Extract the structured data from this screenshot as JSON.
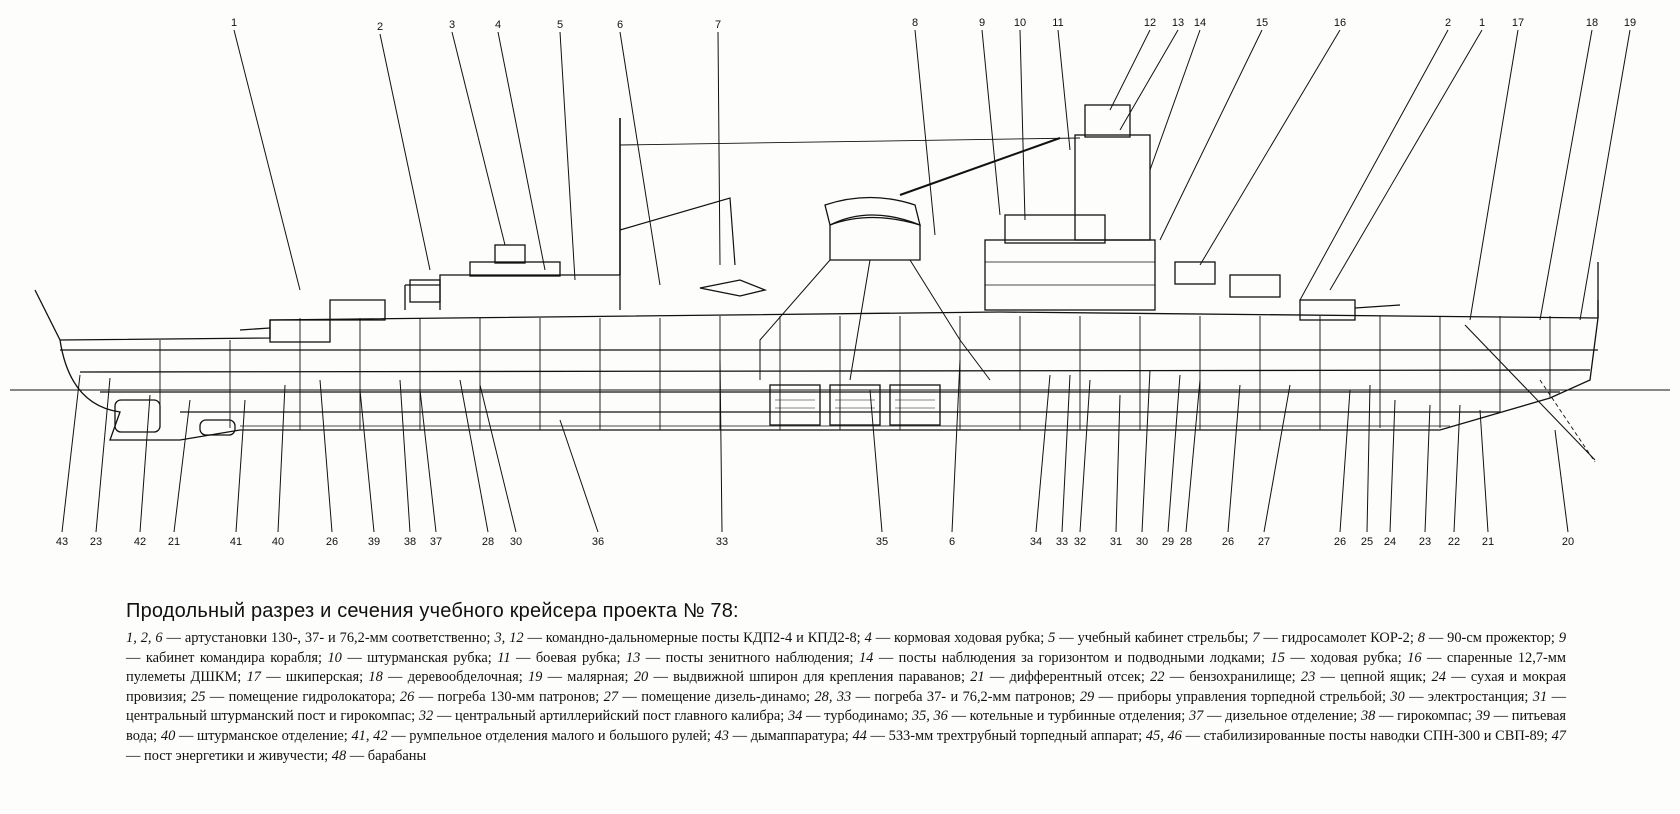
{
  "caption": {
    "title": "Продольный разрез и сечения учебного крейсера проекта № 78:",
    "entries": [
      {
        "k": "1, 2, 6",
        "t": "артустановки 130-, 37- и 76,2-мм соответственно"
      },
      {
        "k": "3, 12",
        "t": "командно-дальномерные посты КДП2-4 и КПД2-8"
      },
      {
        "k": "4",
        "t": "кормовая ходовая рубка"
      },
      {
        "k": "5",
        "t": "учебный кабинет стрельбы"
      },
      {
        "k": "7",
        "t": "гидросамолет КОР-2"
      },
      {
        "k": "8",
        "t": "90-см прожектор"
      },
      {
        "k": "9",
        "t": "кабинет командира корабля"
      },
      {
        "k": "10",
        "t": "штурманская рубка"
      },
      {
        "k": "11",
        "t": "боевая рубка"
      },
      {
        "k": "13",
        "t": "посты зенитного наблюдения"
      },
      {
        "k": "14",
        "t": "посты наблюдения за горизонтом и подводными лодками"
      },
      {
        "k": "15",
        "t": "ходовая рубка"
      },
      {
        "k": "16",
        "t": "спаренные 12,7-мм пулеметы ДШКМ"
      },
      {
        "k": "17",
        "t": "шкиперская"
      },
      {
        "k": "18",
        "t": "деревообделочная"
      },
      {
        "k": "19",
        "t": "малярная"
      },
      {
        "k": "20",
        "t": "выдвижной шпирон для крепления параванов"
      },
      {
        "k": "21",
        "t": "дифферентный отсек"
      },
      {
        "k": "22",
        "t": "бензохранилище"
      },
      {
        "k": "23",
        "t": "цепной ящик"
      },
      {
        "k": "24",
        "t": "сухая и мокрая провизия"
      },
      {
        "k": "25",
        "t": "помещение гидролокатора"
      },
      {
        "k": "26",
        "t": "погреба 130-мм патронов"
      },
      {
        "k": "27",
        "t": "помещение дизель-динамо"
      },
      {
        "k": "28, 33",
        "t": "погреба 37- и 76,2-мм патронов"
      },
      {
        "k": "29",
        "t": "приборы управления торпедной стрельбой"
      },
      {
        "k": "30",
        "t": "электростанция"
      },
      {
        "k": "31",
        "t": "центральный штурманский пост и гирокомпас"
      },
      {
        "k": "32",
        "t": "центральный артиллерийский пост главного калибра"
      },
      {
        "k": "34",
        "t": "турбодинамо"
      },
      {
        "k": "35, 36",
        "t": "котельные и турбинные отделения"
      },
      {
        "k": "37",
        "t": "дизельное отделение"
      },
      {
        "k": "38",
        "t": "гирокомпас"
      },
      {
        "k": "39",
        "t": "питьевая вода"
      },
      {
        "k": "40",
        "t": "штурманское отделение"
      },
      {
        "k": "41, 42",
        "t": "румпельное отделения малого и большого рулей"
      },
      {
        "k": "43",
        "t": "дымаппаратура"
      },
      {
        "k": "44",
        "t": "533-мм трехтрубный торпедный аппарат"
      },
      {
        "k": "45, 46",
        "t": "стабилизированные посты наводки СПН-300 и СВП-89"
      },
      {
        "k": "47",
        "t": "пост энергетики и живучести"
      },
      {
        "k": "48",
        "t": "барабаны"
      }
    ]
  },
  "labels": {
    "top": [
      "1",
      "2",
      "3",
      "4",
      "5",
      "6",
      "7",
      "8",
      "9",
      "10",
      "11",
      "12",
      "13",
      "14",
      "15",
      "16",
      "2",
      "1",
      "17",
      "18",
      "19"
    ],
    "bottom": [
      "43",
      "23",
      "42",
      "21",
      "41",
      "40",
      "26",
      "39",
      "38",
      "37",
      "28",
      "30",
      "36",
      "33",
      "35",
      "6",
      "34",
      "33",
      "32",
      "31",
      "30",
      "29",
      "28",
      "26",
      "27",
      "26",
      "25",
      "24",
      "23",
      "22",
      "21",
      "20"
    ]
  },
  "colors": {
    "ink": "#111111",
    "paper": "#fdfdfb"
  }
}
